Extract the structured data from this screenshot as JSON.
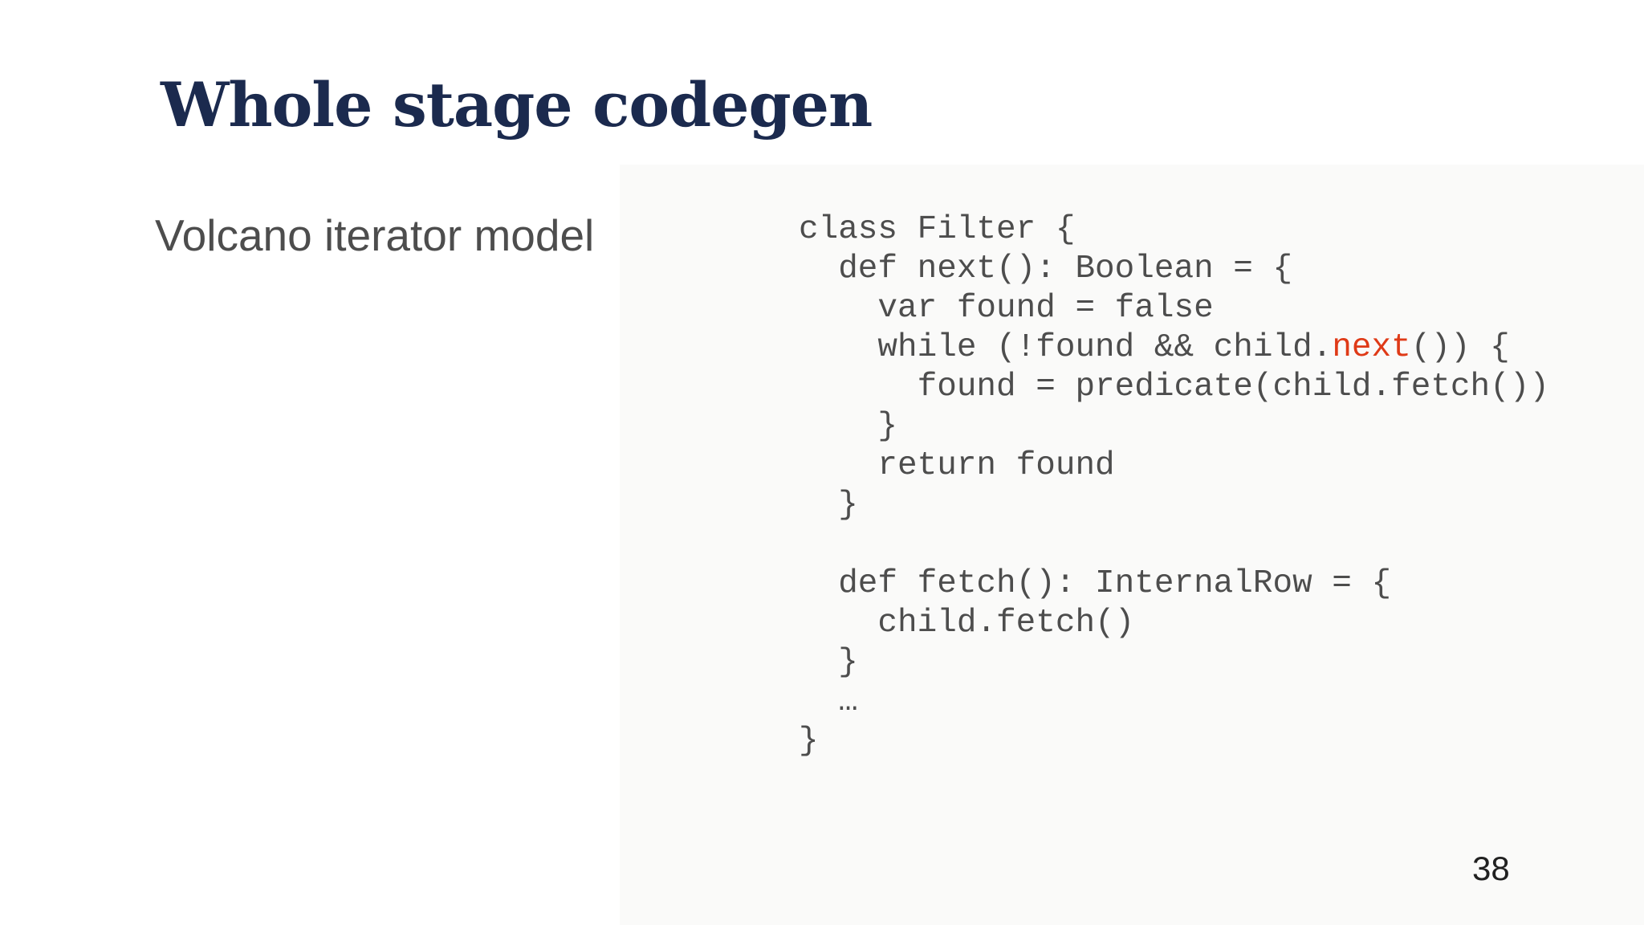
{
  "slide": {
    "title": "Whole stage codegen",
    "subtitle": "Volcano iterator model",
    "page_number": "38"
  },
  "colors": {
    "page_bg": "#ffffff",
    "panel_bg": "#fafaf9",
    "title_color": "#1b2a4e",
    "body_text": "#4d4d4d",
    "code_text": "#4d4d4d",
    "highlight": "#df3a17",
    "page_num_color": "#212121"
  },
  "code": {
    "language": "scala",
    "lines": [
      {
        "parts": [
          {
            "text": "class Filter {",
            "style": "normal"
          }
        ]
      },
      {
        "parts": [
          {
            "text": "  def next(): Boolean = {",
            "style": "normal"
          }
        ]
      },
      {
        "parts": [
          {
            "text": "    var found = false",
            "style": "normal"
          }
        ]
      },
      {
        "parts": [
          {
            "text": "    while (!found && child.",
            "style": "normal"
          },
          {
            "text": "next",
            "style": "highlight"
          },
          {
            "text": "()) {",
            "style": "normal"
          }
        ]
      },
      {
        "parts": [
          {
            "text": "      found = predicate(child.fetch())",
            "style": "normal"
          }
        ]
      },
      {
        "parts": [
          {
            "text": "    }",
            "style": "normal"
          }
        ]
      },
      {
        "parts": [
          {
            "text": "    return found",
            "style": "normal"
          }
        ]
      },
      {
        "parts": [
          {
            "text": "  }",
            "style": "normal"
          }
        ]
      },
      {
        "parts": [
          {
            "text": "",
            "style": "normal"
          }
        ]
      },
      {
        "parts": [
          {
            "text": "  def fetch(): InternalRow = {",
            "style": "normal"
          }
        ]
      },
      {
        "parts": [
          {
            "text": "    child.fetch()",
            "style": "normal"
          }
        ]
      },
      {
        "parts": [
          {
            "text": "  }",
            "style": "normal"
          }
        ]
      },
      {
        "parts": [
          {
            "text": "  …",
            "style": "normal"
          }
        ]
      },
      {
        "parts": [
          {
            "text": "}",
            "style": "normal"
          }
        ]
      }
    ]
  }
}
